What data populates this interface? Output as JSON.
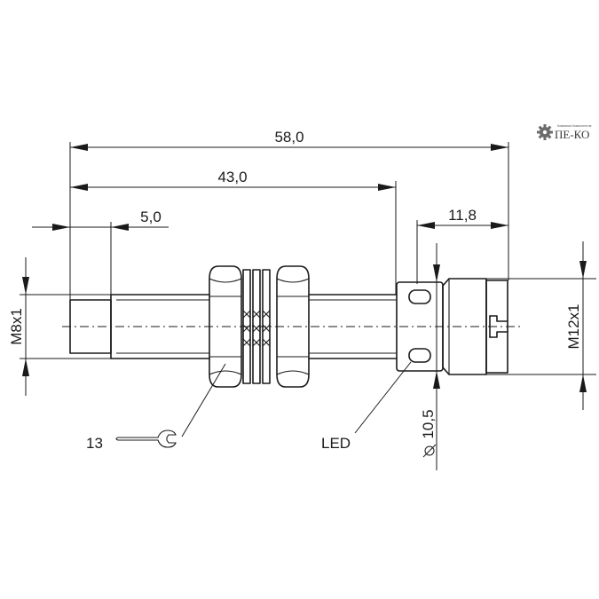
{
  "dimensions": {
    "overall_length": "58,0",
    "body_length": "43,0",
    "sensing_face": "5,0",
    "connector_length": "11,8",
    "thread_small": "M8x1",
    "thread_large": "M12x1",
    "led_diameter": "10,5"
  },
  "labels": {
    "wrench_size": "13",
    "led": "LED"
  },
  "logo": {
    "text": "ПЕ-КО",
    "tagline": "Компания Компонентов"
  },
  "colors": {
    "line": "#1a1a1a",
    "background": "#ffffff"
  }
}
